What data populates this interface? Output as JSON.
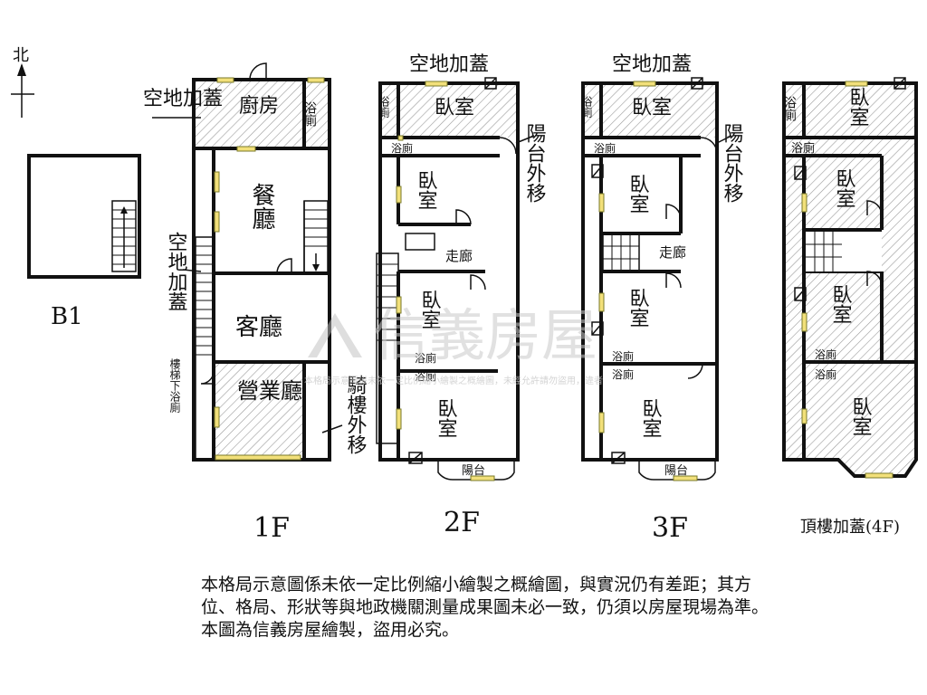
{
  "compass": {
    "north": "北"
  },
  "watermark": {
    "brand": "信義房屋",
    "fine_print": "本格局示意圖係未依一定比例縮小繪製之概繪圖，未經允許請勿盜用，違者"
  },
  "b1": {
    "label": "B1"
  },
  "floor1": {
    "label": "1F",
    "rooms": {
      "kitchen": "廚房",
      "bath": "浴廁",
      "dining": "餐廳",
      "living": "客廳",
      "business": "營業廳"
    },
    "annotations": {
      "top_extension": "空地加蓋",
      "side_extension": "空地加蓋",
      "stair_bath": "樓梯下浴廁",
      "arcade": "騎樓外移"
    }
  },
  "floor2": {
    "label": "2F",
    "top_extension": "空地加蓋",
    "rooms": {
      "bath_top": "浴廁",
      "bed_top": "臥室",
      "bath_mid": "浴廁",
      "bed_2": "臥室",
      "corridor": "走廊",
      "bed_3": "臥室",
      "bath_a": "浴廁",
      "bath_b": "浴廁",
      "bed_4": "臥室",
      "balcony": "陽台"
    },
    "annotation": "陽台外移"
  },
  "floor3": {
    "label": "3F",
    "top_extension": "空地加蓋",
    "rooms": {
      "bath_top": "浴廁",
      "bed_top": "臥室",
      "bath_mid": "浴廁",
      "bed_2": "臥室",
      "corridor": "走廊",
      "bed_3": "臥室",
      "bath_a": "浴廁",
      "bath_b": "浴廁",
      "bed_4": "臥室",
      "balcony": "陽台"
    },
    "annotation": "陽台外移"
  },
  "floor4": {
    "label": "頂樓加蓋(4F)",
    "rooms": {
      "bath_top": "浴廁",
      "bed_top": "臥室",
      "bath_mid": "浴廁",
      "bed_2": "臥室",
      "bed_3": "臥室",
      "bath_a": "浴廁",
      "bath_b": "浴廁",
      "bed_4": "臥室"
    }
  },
  "disclaimer": {
    "line1": "本格局示意圖係未依一定比例縮小繪製之概繪圖，與實況仍有差距；其方",
    "line2": "位、格局、形狀等與地政機關測量成果圖未必一致，仍須以房屋現場為準。",
    "line3": "本圖為信義房屋繪製，盜用必究。"
  }
}
